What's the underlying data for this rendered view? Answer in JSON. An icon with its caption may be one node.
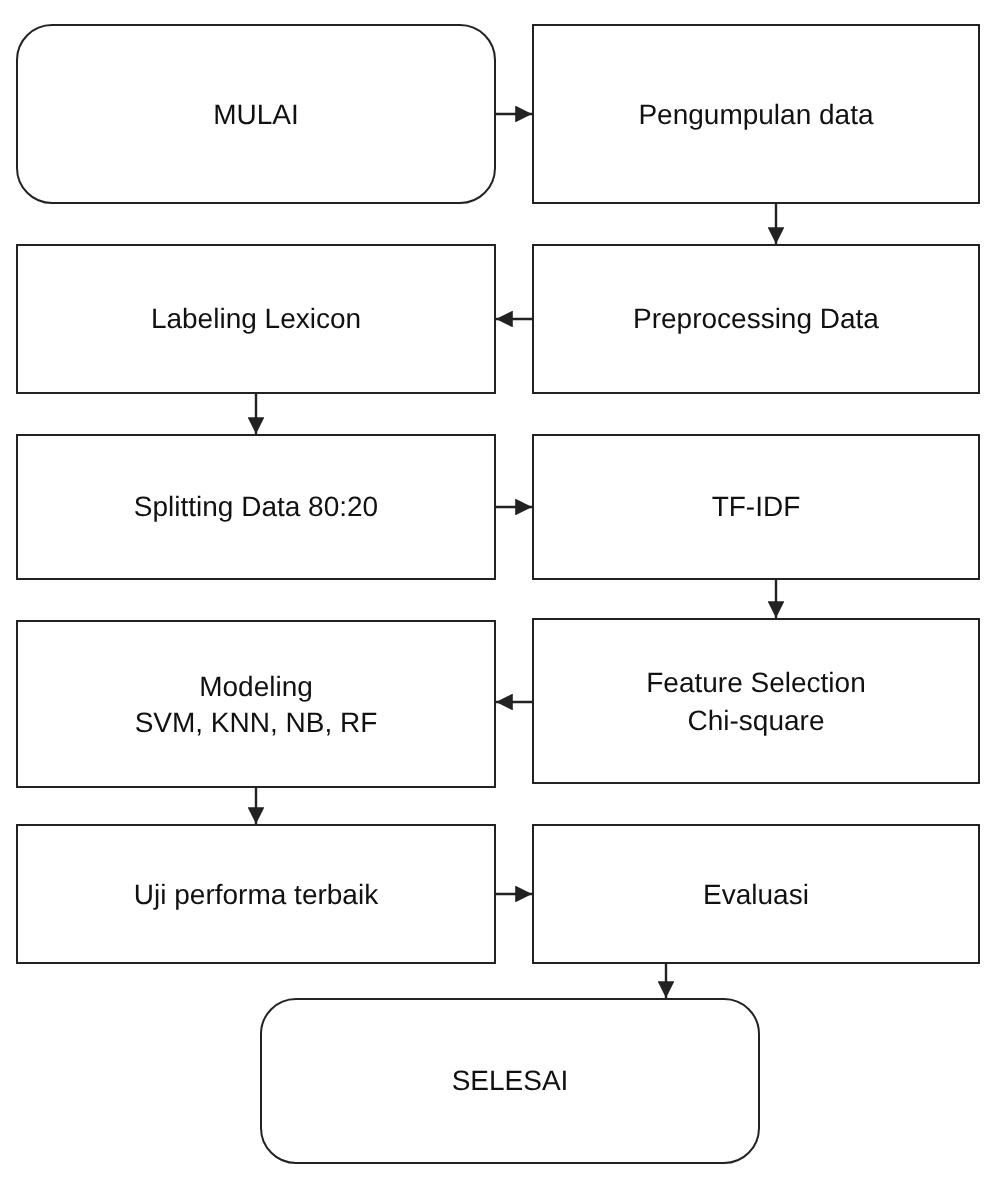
{
  "diagram": {
    "nodes": [
      {
        "text": [
          "MULAI"
        ]
      },
      {
        "text": [
          "Pengumpulan data"
        ]
      },
      {
        "text": [
          "Preprocessing Data"
        ]
      },
      {
        "text": [
          "Labeling Lexicon"
        ]
      },
      {
        "text": [
          "Splitting Data 80:20"
        ]
      },
      {
        "text": [
          "TF-IDF"
        ]
      },
      {
        "text": [
          "Feature Selection",
          "Chi-square"
        ]
      },
      {
        "text": [
          "Modeling",
          "SVM, KNN, NB, RF"
        ]
      },
      {
        "text": [
          "Uji performa terbaik"
        ]
      },
      {
        "text": [
          "Evaluasi"
        ]
      },
      {
        "text": [
          "SELESAI"
        ]
      }
    ],
    "edges": [
      {
        "from": 0,
        "to": 1,
        "arrow": "to"
      },
      {
        "from": 1,
        "to": 2,
        "arrow": "to"
      },
      {
        "from": 2,
        "to": 3,
        "arrow": "to"
      },
      {
        "from": 3,
        "to": 4,
        "arrow": "to"
      },
      {
        "from": 4,
        "to": 5,
        "arrow": "to"
      },
      {
        "from": 5,
        "to": 6,
        "arrow": "to"
      },
      {
        "from": 6,
        "to": 7,
        "arrow": "to"
      },
      {
        "from": 7,
        "to": 8,
        "arrow": "to"
      },
      {
        "from": 8,
        "to": 9,
        "arrow": "to"
      },
      {
        "from": 9,
        "to": 10,
        "arrow": "to"
      }
    ]
  }
}
